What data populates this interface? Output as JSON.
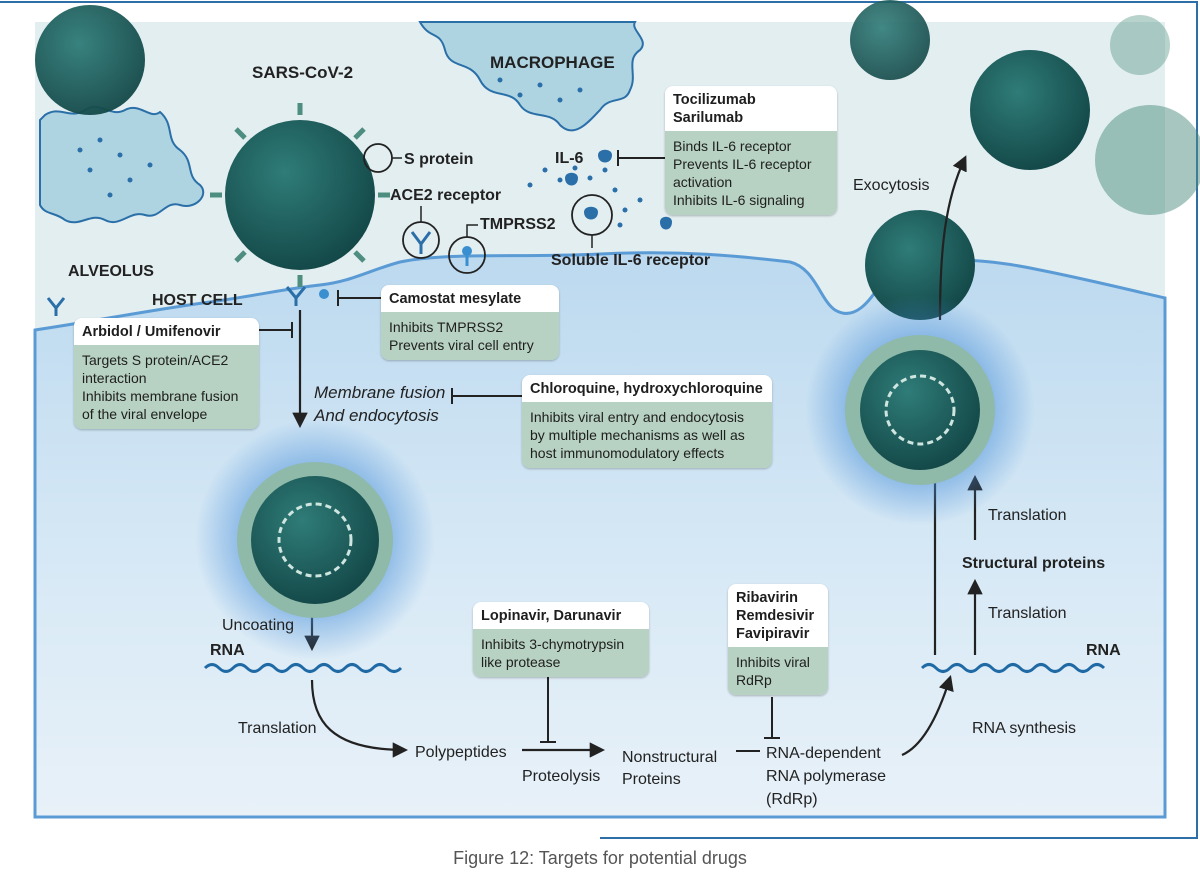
{
  "labels": {
    "virus": "SARS-CoV-2",
    "s_protein": "S protein",
    "macrophage": "MACROPHAGE",
    "il6": "IL-6",
    "ace2": "ACE2 receptor",
    "tmprss2": "TMPRSS2",
    "soluble_il6r": "Soluble IL-6 receptor",
    "alveolus": "ALVEOLUS",
    "host_cell": "HOST CELL",
    "membrane_fusion_1": "Membrane fusion",
    "membrane_fusion_2": "And endocytosis",
    "uncoating": "Uncoating",
    "rna_left": "RNA",
    "translation_left": "Translation",
    "polypeptides": "Polypeptides",
    "proteolysis": "Proteolysis",
    "nonstructural_1": "Nonstructural",
    "nonstructural_2": "Proteins",
    "rdrp_1": "RNA-dependent",
    "rdrp_2": "RNA polymerase",
    "rdrp_3": "(RdRp)",
    "rna_synthesis": "RNA synthesis",
    "rna_right": "RNA",
    "translation_lower": "Translation",
    "structural_proteins": "Structural proteins",
    "translation_upper": "Translation",
    "exocytosis": "Exocytosis"
  },
  "drugs": {
    "tocilizumab": {
      "title": "Tocilizumab Sarilumab",
      "lines": [
        "Binds IL-6 receptor",
        "Prevents IL-6 receptor",
        "activation",
        "Inhibits IL-6 signaling"
      ]
    },
    "camostat": {
      "title": "Camostat mesylate",
      "lines": [
        "Inhibits TMPRSS2",
        "Prevents viral cell entry"
      ]
    },
    "arbidol": {
      "title": "Arbidol / Umifenovir",
      "lines": [
        "Targets S protein/ACE2",
        "interaction",
        "Inhibits membrane fusion",
        "of the viral envelope"
      ]
    },
    "chloroquine": {
      "title": "Chloroquine, hydroxychloroquine",
      "lines": [
        "Inhibits viral entry and endocytosis",
        "by multiple mechanisms as well as",
        "host immunomodulatory effects"
      ]
    },
    "lopinavir": {
      "title": "Lopinavir, Darunavir",
      "lines": [
        "Inhibits 3-chymotrypsin",
        "like protease"
      ]
    },
    "ribavirin": {
      "title_lines": [
        "Ribavirin",
        "Remdesivir",
        "Favipiravir"
      ],
      "lines": [
        "Inhibits viral",
        "RdRp"
      ]
    }
  },
  "caption": "Figure 12: Targets for potential drugs",
  "colors": {
    "outside": "#e3eef1",
    "cell": "#cde3f3",
    "membrane": "#5b9bd5",
    "virus": "#1d5a5a",
    "spike": "#4e8e80",
    "box_body": "#b7d2c2",
    "frame": "#2f6fa8"
  }
}
